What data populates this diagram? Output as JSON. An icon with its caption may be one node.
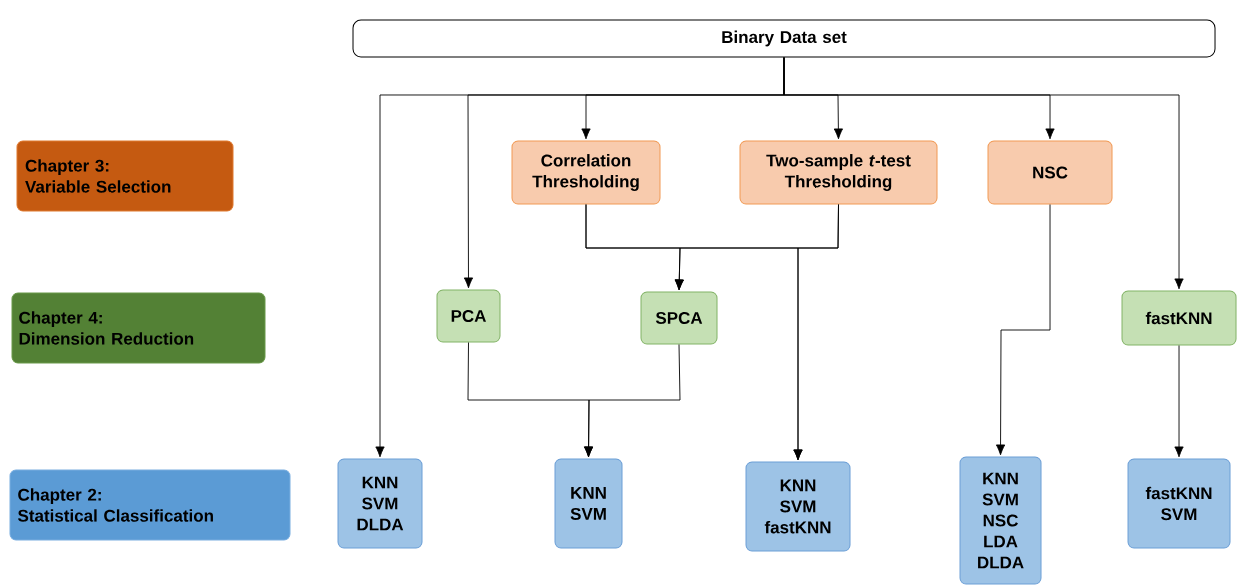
{
  "diagram": {
    "nodes": [
      {
        "text": [
          "Binary Data set"
        ]
      },
      {
        "text": [
          "Chapter 3:",
          "Variable Selection"
        ]
      },
      {
        "text": [
          "Chapter 4:",
          "Dimension Reduction"
        ]
      },
      {
        "text": [
          "Chapter 2:",
          "Statistical Classification"
        ]
      },
      {
        "text": [
          "Correlation Thresholding"
        ]
      },
      {
        "text": [
          "Two-sample *t*-test Thresholding"
        ]
      },
      {
        "text": [
          "NSC"
        ]
      },
      {
        "text": [
          "PCA"
        ]
      },
      {
        "text": [
          "SPCA"
        ]
      },
      {
        "text": [
          "fastKNN"
        ]
      },
      {
        "text": [
          "KNN SVM DLDA"
        ]
      },
      {
        "text": [
          "KNN SVM"
        ]
      },
      {
        "text": [
          "KNN SVM fastKNN"
        ]
      },
      {
        "text": [
          "KNN SVM NSC LDA DLDA"
        ]
      },
      {
        "text": [
          "fastKNN SVM"
        ]
      }
    ],
    "edges": [
      {
        "from": 0,
        "to": 10,
        "arrow": "to"
      },
      {
        "from": 0,
        "to": 7,
        "arrow": "to"
      },
      {
        "from": 0,
        "to": 4,
        "arrow": "to"
      },
      {
        "from": 0,
        "to": 5,
        "arrow": "to"
      },
      {
        "from": 0,
        "to": 6,
        "arrow": "to"
      },
      {
        "from": 0,
        "to": 9,
        "arrow": "to"
      },
      {
        "from": 4,
        "to": 8,
        "arrow": "to"
      },
      {
        "from": 5,
        "to": 8,
        "arrow": "to"
      },
      {
        "from": 4,
        "to": 12,
        "arrow": "to"
      },
      {
        "from": 5,
        "to": 12,
        "arrow": "to"
      },
      {
        "from": 7,
        "to": 11,
        "arrow": "to"
      },
      {
        "from": 8,
        "to": 11,
        "arrow": "to"
      },
      {
        "from": 6,
        "to": 13,
        "arrow": "to"
      },
      {
        "from": 9,
        "to": 14,
        "arrow": "to"
      }
    ]
  }
}
